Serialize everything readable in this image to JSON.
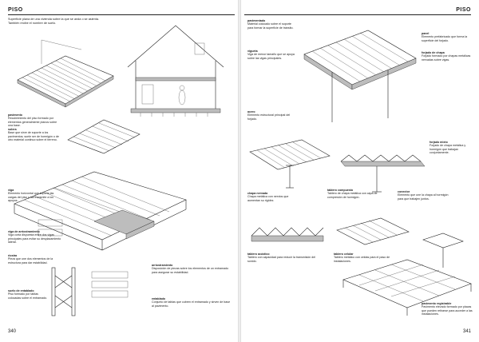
{
  "left_page": {
    "running_head": "PISO",
    "folio": "340",
    "intro": "Superficie plana de una vivienda sobre la que se anda o se asienta. También recibe el nombre de suelo.",
    "entries": [
      {
        "term": "pavimento",
        "def": "Recubrimiento del piso formado por elementos generalmente planos sobre una base."
      },
      {
        "term": "solera",
        "def": "Base que sirve de soporte a los pavimentos; suele ser de hormigón o de otro material continuo sobre el terreno."
      },
      {
        "term": "viga",
        "def": "Elemento horizontal que soporta las cargas del piso y las transmite a los apoyos."
      },
      {
        "term": "viga de arriostramiento",
        "def": "Viga corta dispuesta entre dos vigas principales para evitar su desplazamiento lateral."
      },
      {
        "term": "riostra",
        "def": "Pieza que une dos elementos de la estructura para dar estabilidad."
      },
      {
        "term": "suelo de entablado",
        "def": "Piso formado por tablas colocadas sobre el entramado."
      },
      {
        "term": "arriostramiento",
        "def": "Disposición de piezas sobre los elementos de un entramado para asegurar su estabilidad."
      },
      {
        "term": "entablado",
        "def": "Conjunto de tablas que cubren el entramado y sirven de base al pavimento."
      }
    ]
  },
  "right_page": {
    "running_head": "PISO",
    "folio": "341",
    "entries": [
      {
        "term": "pavimentado",
        "def": "Material colocado sobre el soporte para formar la superficie de tránsito."
      },
      {
        "term": "vigueta",
        "def": "Viga de menor tamaño que se apoya sobre las vigas principales."
      },
      {
        "term": "panel",
        "def": "Elemento prefabricado que forma la superficie del forjado."
      },
      {
        "term": "forjado de chapa",
        "def": "Forjado formado por chapas metálicas nervadas sobre vigas."
      },
      {
        "term": "acero",
        "def": "Elemento estructural principal del forjado."
      },
      {
        "term": "forjado mixto",
        "def": "Forjado de chapa metálica y hormigón que trabajan conjuntamente."
      },
      {
        "term": "tablero compuesto",
        "def": "Tablero de chapa metálica con capa de compresión de hormigón."
      },
      {
        "term": "chapa nervada",
        "def": "Chapa metálica con nervios que aumentan su rigidez."
      },
      {
        "term": "conector",
        "def": "Elemento que une la chapa al hormigón para que trabajen juntos."
      },
      {
        "term": "tablero acústico",
        "def": "Tablero con capacidad para reducir la transmisión del sonido."
      },
      {
        "term": "tablero celular",
        "def": "Tablero metálico con celdas para el paso de instalaciones."
      },
      {
        "term": "pavimento registrable",
        "def": "Pavimento elevado formado por placas que pueden retirarse para acceder a las instalaciones."
      }
    ]
  }
}
